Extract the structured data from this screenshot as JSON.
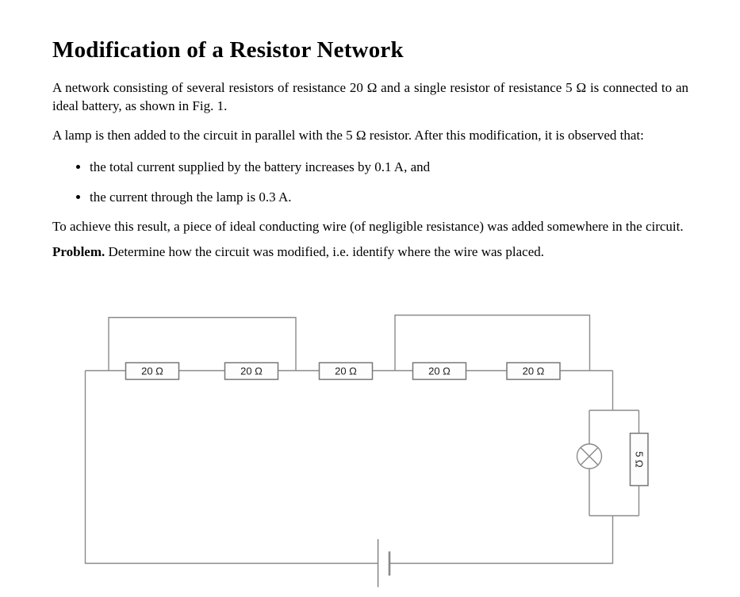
{
  "page": {
    "background": "#ffffff",
    "text_color": "#000000"
  },
  "document": {
    "title": "Modification of a Resistor Network",
    "paragraphs": {
      "p1": "A network consisting of several resistors of resistance 20 Ω and a single resistor of resistance 5 Ω is connected to an ideal battery, as shown in Fig. 1.",
      "p2": "A lamp is then added to the circuit in parallel with the 5 Ω resistor. After this modification, it is observed that:",
      "p3": "To achieve this result, a piece of ideal conducting wire (of negligible resistance) was added somewhere in the circuit.",
      "problem_label": "Problem.",
      "problem_text": "Determine how the circuit was modified, i.e. identify where the wire was placed."
    },
    "bullets": [
      "the total current supplied by the battery increases by 0.1 A, and",
      "the current through the lamp is 0.3 A."
    ]
  },
  "figure": {
    "resistor_labels": [
      "20 Ω",
      "20 Ω",
      "20 Ω",
      "20 Ω",
      "20 Ω"
    ],
    "small_resistor_label": "5 Ω",
    "icons": {
      "lamp": "circle-with-diagonal-cross",
      "battery": "long-and-short-plate-pair"
    },
    "colors": {
      "wire": "#8a8a8a",
      "component_border": "#777777",
      "component_fill": "#fdfdfd",
      "label": "#1f1f1f"
    }
  }
}
